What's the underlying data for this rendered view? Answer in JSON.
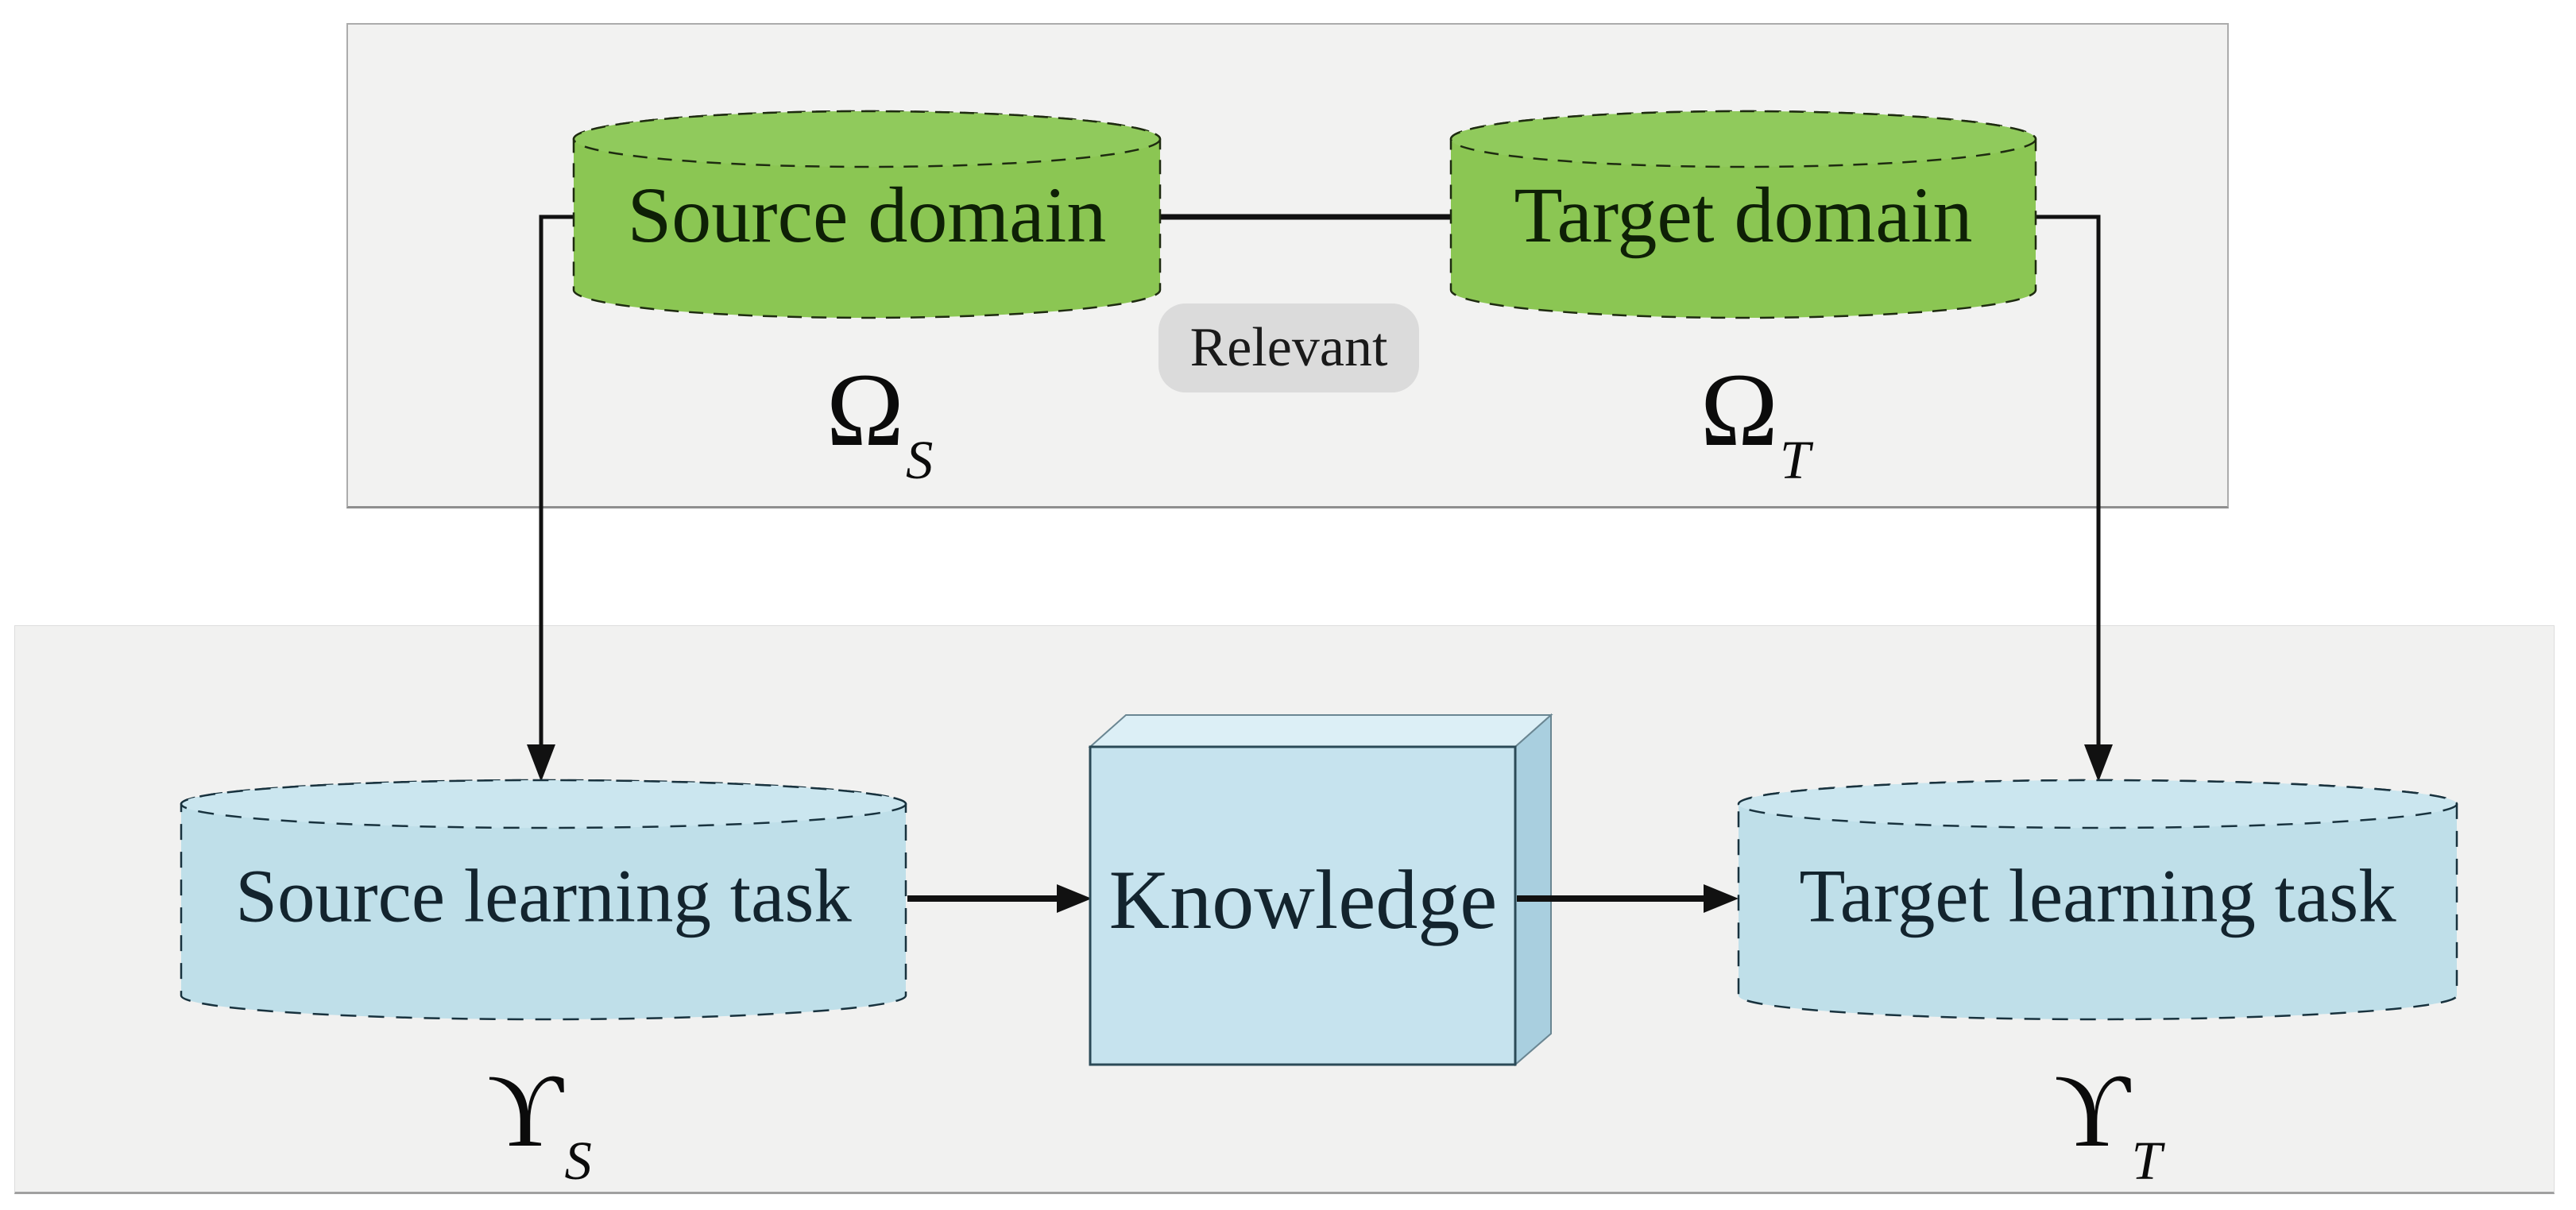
{
  "diagram": {
    "domains_panel": {
      "source_domain": {
        "label": "Source domain",
        "symbol": "Ω",
        "subscript": "S"
      },
      "target_domain": {
        "label": "Target domain",
        "symbol": "Ω",
        "subscript": "T"
      },
      "relation_label": "Relevant"
    },
    "tasks_panel": {
      "source_task": {
        "label": "Source learning task",
        "symbol": "ϒ",
        "subscript": "S"
      },
      "knowledge": {
        "label": "Knowledge"
      },
      "target_task": {
        "label": "Target learning task",
        "symbol": "ϒ",
        "subscript": "T"
      }
    },
    "colors": {
      "domain_cylinder": "#8BC653",
      "domain_cylinder_top": "#90CA5C",
      "task_cylinder": "#BFDFE9",
      "task_cylinder_top": "#CBE6EF",
      "knowledge_front": "#C6E3EE",
      "knowledge_top": "#DCEFF6",
      "knowledge_side": "#A9CFDF",
      "panel_background": "#F2F2F1",
      "badge_background": "#DBDBDB",
      "connector": "#111111"
    }
  }
}
